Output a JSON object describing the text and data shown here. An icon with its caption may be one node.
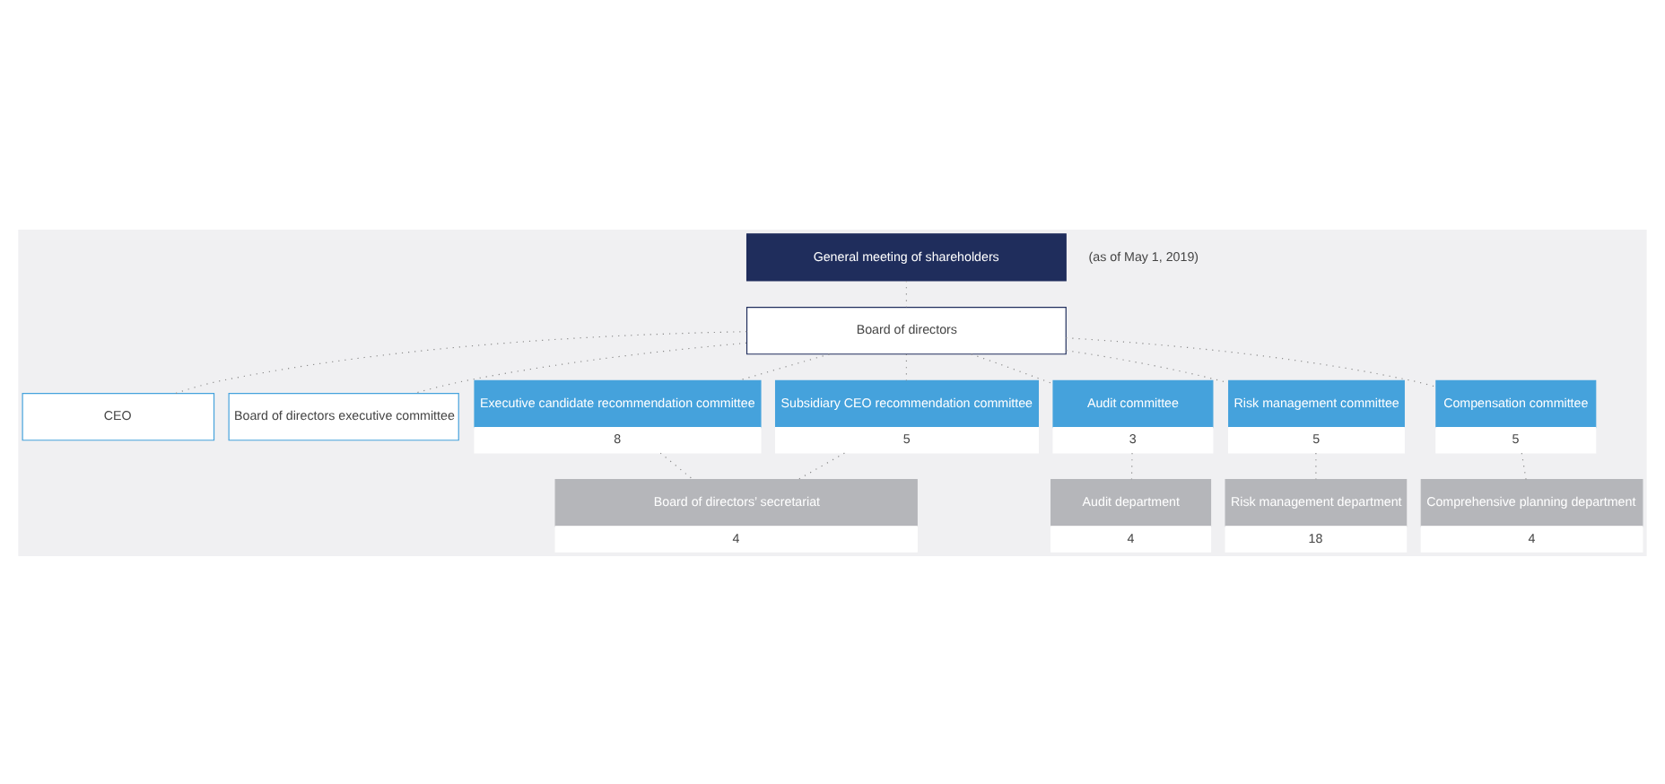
{
  "diagram": {
    "nodes": [
      {
        "text": [
          "General meeting of shareholders"
        ]
      },
      {
        "text": [
          "Board of directors"
        ]
      },
      {
        "text": [
          "CEO"
        ]
      },
      {
        "text": [
          "Board of directors executive committee"
        ]
      },
      {
        "text": [
          "Executive candidate recommendation committee",
          "8"
        ]
      },
      {
        "text": [
          "Subsidiary CEO recommendation committee",
          "5"
        ]
      },
      {
        "text": [
          "Audit committee",
          "3"
        ]
      },
      {
        "text": [
          "Risk management committee",
          "5"
        ]
      },
      {
        "text": [
          "Compensation committee",
          "5"
        ]
      },
      {
        "text": [
          "Board of directors’ secretariat",
          "4"
        ]
      },
      {
        "text": [
          "Audit department",
          "4"
        ]
      },
      {
        "text": [
          "Risk management department",
          "18"
        ]
      },
      {
        "text": [
          "Comprehensive planning department",
          "4"
        ]
      }
    ],
    "edges": [
      {
        "from": 0,
        "to": 1,
        "arrow": "none"
      },
      {
        "from": 1,
        "to": 2,
        "arrow": "none"
      },
      {
        "from": 1,
        "to": 3,
        "arrow": "none"
      },
      {
        "from": 1,
        "to": 4,
        "arrow": "none"
      },
      {
        "from": 1,
        "to": 5,
        "arrow": "none"
      },
      {
        "from": 1,
        "to": 6,
        "arrow": "none"
      },
      {
        "from": 1,
        "to": 7,
        "arrow": "none"
      },
      {
        "from": 1,
        "to": 8,
        "arrow": "none"
      },
      {
        "from": 4,
        "to": 9,
        "arrow": "none"
      },
      {
        "from": 5,
        "to": 9,
        "arrow": "none"
      },
      {
        "from": 6,
        "to": 10,
        "arrow": "none"
      },
      {
        "from": 7,
        "to": 11,
        "arrow": "none"
      },
      {
        "from": 8,
        "to": 12,
        "arrow": "none"
      }
    ],
    "labels": [
      "(as of May 1, 2019)"
    ]
  }
}
